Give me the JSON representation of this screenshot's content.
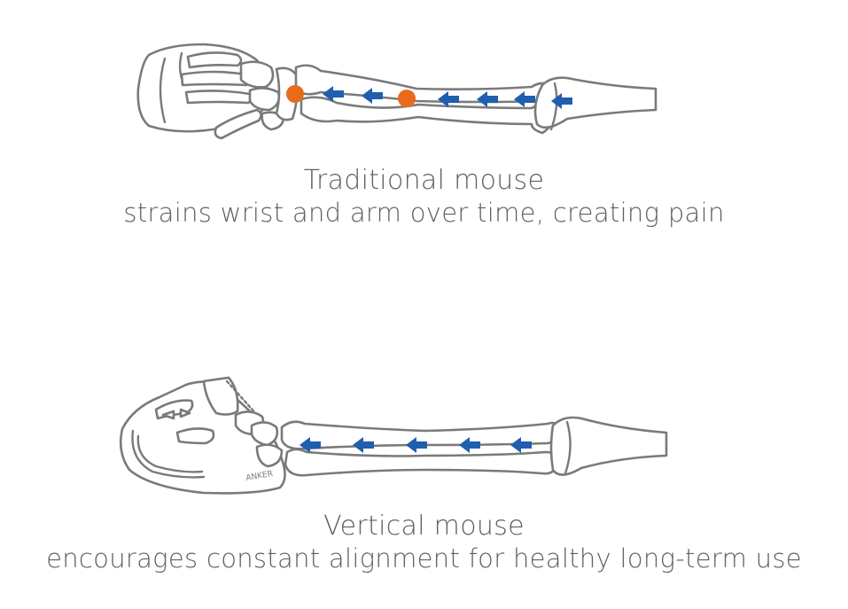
{
  "traditional": {
    "title": "Traditional mouse",
    "description": "strains wrist and arm over time, creating pain"
  },
  "vertical": {
    "title": "Vertical mouse",
    "description": "encourages constant alignment for healthy long-term use",
    "brand_logo": "ANKER"
  },
  "colors": {
    "arrow": "#1f5fae",
    "strain_point": "#e86b1b",
    "outline": "#7a7a7a",
    "text": "#5f5f5f"
  }
}
